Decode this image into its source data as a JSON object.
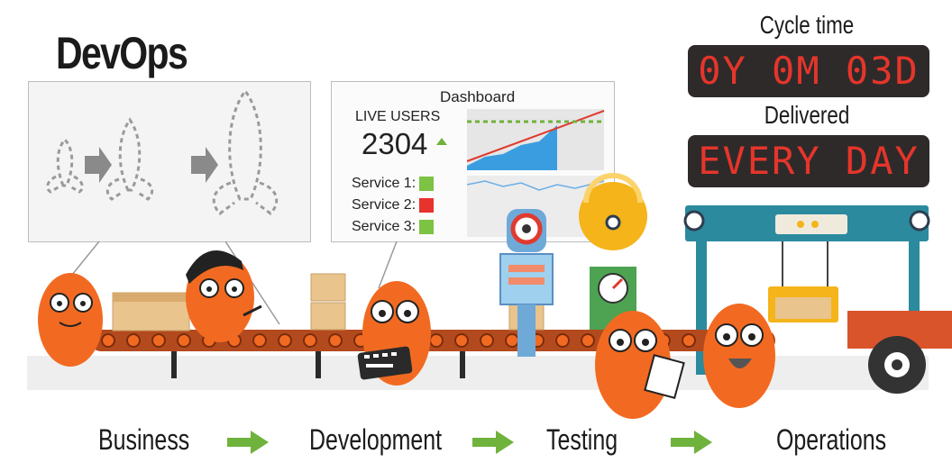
{
  "title": "DevOps",
  "dashboard": {
    "title": "Dashboard",
    "live_users_label": "LIVE USERS",
    "live_users_value": "2304",
    "services": [
      {
        "label": "Service 1:",
        "color": "#7cc243"
      },
      {
        "label": "Service 2:",
        "color": "#e8322d"
      },
      {
        "label": "Service 3:",
        "color": "#7cc243"
      }
    ]
  },
  "cycle_time": {
    "label": "Cycle time",
    "value": "0Y 0M 03D"
  },
  "delivered": {
    "label": "Delivered",
    "value": "EVERY DAY"
  },
  "stages": [
    "Business",
    "Development",
    "Testing",
    "Operations"
  ],
  "colors": {
    "accent_green": "#6fb23c",
    "character_orange": "#f26a21",
    "belt_brown": "#b34a1e",
    "led_red": "#e5352b",
    "machine_teal": "#2c8a9e",
    "bulb_yellow": "#f4b41a"
  }
}
